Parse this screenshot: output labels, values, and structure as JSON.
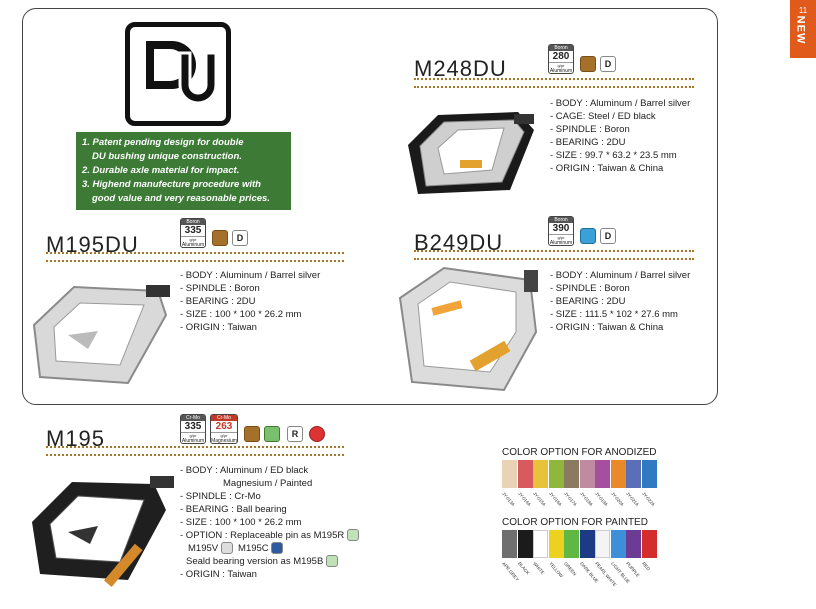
{
  "page": {
    "number": "11",
    "tab": "NEW"
  },
  "logo": {
    "text": "DU"
  },
  "features": [
    {
      "line1": "1. Patent pending design for  double",
      "line2": "DU bushing unique construction."
    },
    {
      "line1": "2. Durable axle material for impact.",
      "line2": ""
    },
    {
      "line1": "3. Highend manufecture procedure with",
      "line2": "good value and very reasonable prices."
    }
  ],
  "products": {
    "m248du": {
      "name": "M248DU",
      "badge": {
        "top": "Boron",
        "weight": "280",
        "unit": "g/pr",
        "material": "Aluminum"
      },
      "specs": [
        "-  BODY :  Aluminum / Barrel silver",
        "-  CAGE:  Steel / ED black",
        "-  SPINDLE :  Boron",
        "-  BEARING :  2DU",
        "-  SIZE :  99.7 * 63.2 * 23.5 mm",
        "-  ORIGIN :  Taiwan & China"
      ]
    },
    "m195du": {
      "name": "M195DU",
      "badge": {
        "top": "Boron",
        "weight": "335",
        "unit": "g/pr",
        "material": "Aluminum"
      },
      "specs": [
        "-  BODY :  Aluminum /  Barrel silver",
        "-  SPINDLE :  Boron",
        "-  BEARING :  2DU",
        "-  SIZE :  100 * 100 * 26.2 mm",
        "-  ORIGIN :  Taiwan"
      ]
    },
    "b249du": {
      "name": "B249DU",
      "badge": {
        "top": "Boron",
        "weight": "390",
        "unit": "g/pr",
        "material": "Aluminum"
      },
      "specs": [
        "-  BODY :  Aluminum / Barrel silver",
        "-  SPINDLE :  Boron",
        "-  BEARING :  2DU",
        "-  SIZE :  111.5 * 102 * 27.6 mm",
        "-  ORIGIN :  Taiwan & China"
      ]
    },
    "m195": {
      "name": "M195",
      "badge1": {
        "top": "Cr-Mo",
        "weight": "335",
        "unit": "g/pr",
        "material": "Aluminum"
      },
      "badge2": {
        "top": "Cr-Mo",
        "weight": "263",
        "unit": "g/pr",
        "material": "Magnesium"
      },
      "specs": [
        "-  BODY :  Aluminum /  ED black",
        "Magnesium / Painted",
        "-  SPINDLE :  Cr-Mo",
        "-  BEARING :  Ball bearing",
        "-  SIZE :  100 * 100 * 26.2 mm",
        "-  OPTION : Replaceable pin as M195R",
        "M195V",
        "M195C",
        "Seald bearing version as M195B",
        "-  ORIGIN :  Taiwan"
      ]
    }
  },
  "colors_anodized": {
    "title": "COLOR OPTION FOR ANODIZED",
    "swatches": [
      {
        "hex": "#e9d2b6",
        "label": "JY-013A"
      },
      {
        "hex": "#d65a5e",
        "label": "JY-014A"
      },
      {
        "hex": "#e8c23a",
        "label": "JY-015A"
      },
      {
        "hex": "#8fb73e",
        "label": "JY-016A"
      },
      {
        "hex": "#8a7a62",
        "label": "JY-017A"
      },
      {
        "hex": "#c08ba0",
        "label": "JY-018A"
      },
      {
        "hex": "#a64f9e",
        "label": "JY-019A"
      },
      {
        "hex": "#e88a2c",
        "label": "JY-020A"
      },
      {
        "hex": "#5b6fb8",
        "label": "JY-021A"
      },
      {
        "hex": "#2f7ac0",
        "label": "JY-022A"
      }
    ]
  },
  "colors_painted": {
    "title": "COLOR OPTION FOR PAINTED",
    "swatches": [
      {
        "hex": "#6f6f70",
        "label": "APR.GREY"
      },
      {
        "hex": "#1b1b1b",
        "label": "BLACK"
      },
      {
        "hex": "#ffffff",
        "label": "WHITE"
      },
      {
        "hex": "#ecd21f",
        "label": "YELLOW"
      },
      {
        "hex": "#5fb744",
        "label": "GREEN"
      },
      {
        "hex": "#1c3b84",
        "label": "DARK BLUE"
      },
      {
        "hex": "#f4f4f4",
        "label": "PEARL WHITE"
      },
      {
        "hex": "#3c8fd8",
        "label": "LIGHT BLUE"
      },
      {
        "hex": "#6c3b94",
        "label": "PURPLE"
      },
      {
        "hex": "#d42d2d",
        "label": "RED"
      }
    ]
  }
}
